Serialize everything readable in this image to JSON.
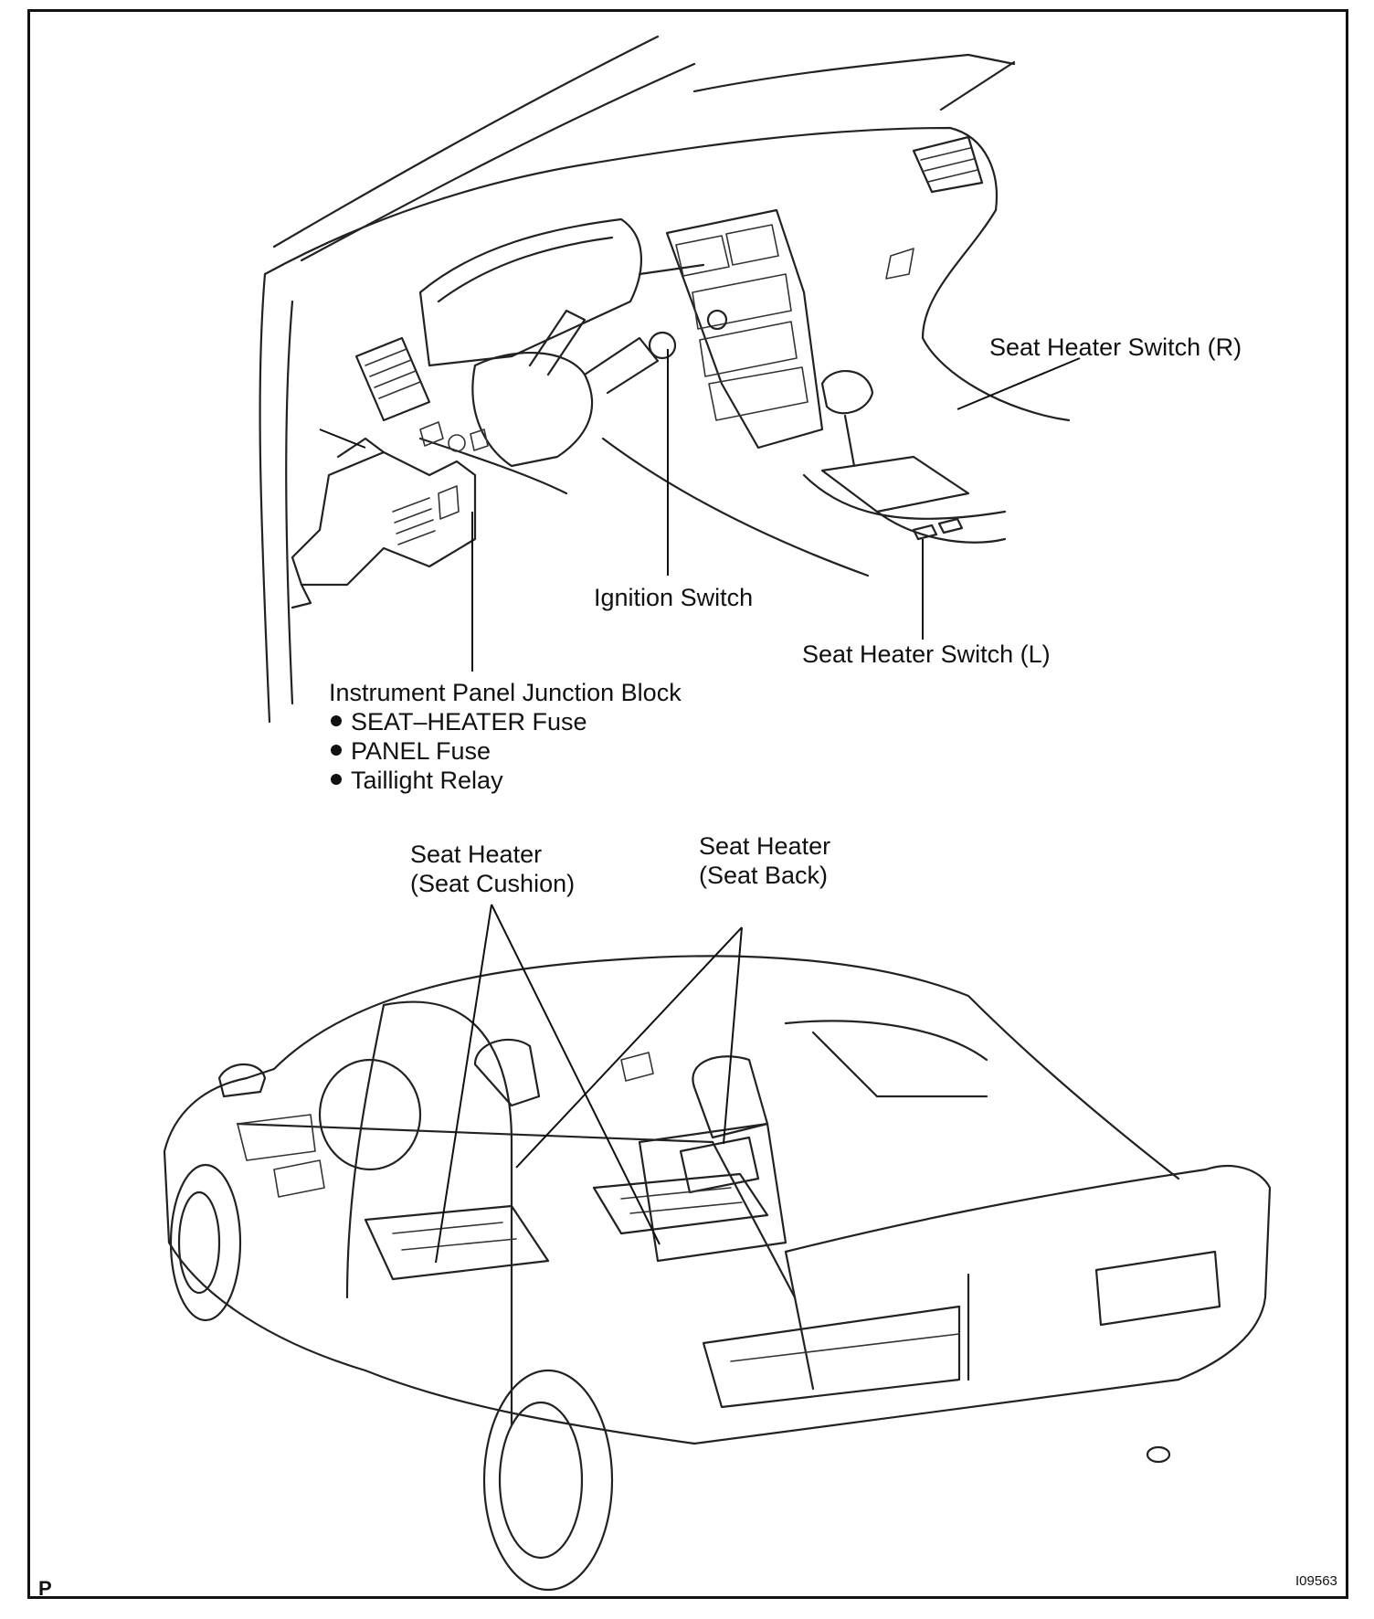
{
  "labels": {
    "seat_heater_switch_r": "Seat Heater Switch (R)",
    "ignition_switch": "Ignition Switch",
    "seat_heater_switch_l": "Seat Heater Switch (L)",
    "junction_block_title": "Instrument Panel Junction Block",
    "junction_block_items": [
      "SEAT–HEATER Fuse",
      "PANEL Fuse",
      "Taillight Relay"
    ],
    "seat_cushion_line1": "Seat Heater",
    "seat_cushion_line2": "(Seat Cushion)",
    "seat_back_line1": "Seat Heater",
    "seat_back_line2": "(Seat Back)"
  },
  "corner_mark": "P",
  "figure_code": "I09563"
}
